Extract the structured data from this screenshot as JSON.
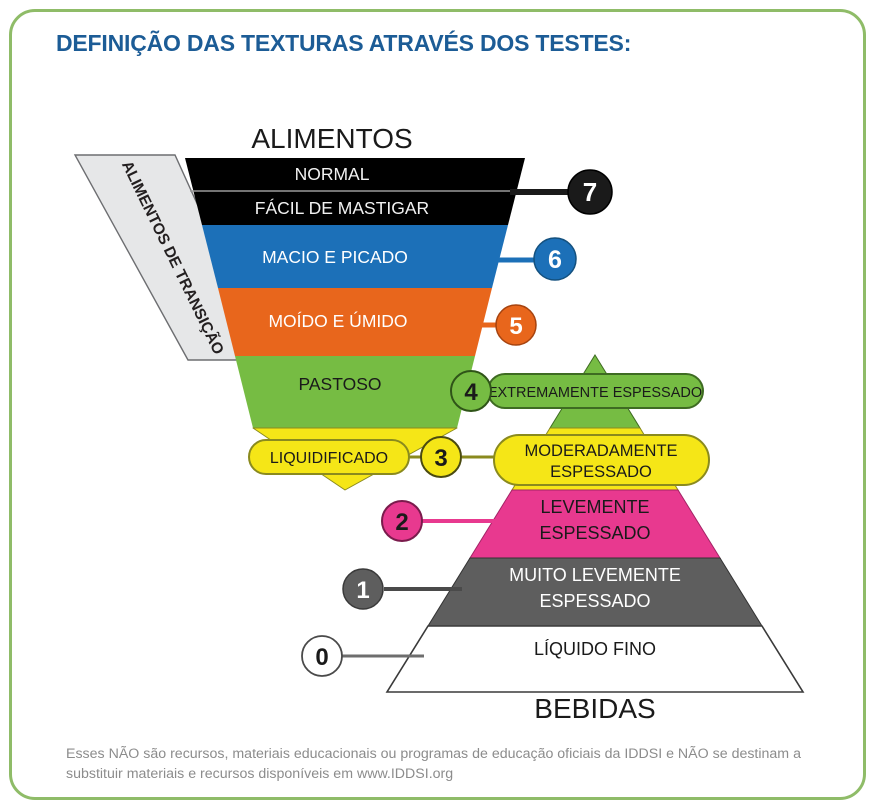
{
  "card": {
    "border_color": "#8FBC68",
    "background": "#FFFFFF"
  },
  "header": {
    "title": "DEFINIÇÃO DAS TEXTURAS ATRAVÉS DOS TESTES:",
    "title_color": "#1C5C96"
  },
  "diagram": {
    "top_label": "ALIMENTOS",
    "bottom_label": "BEBIDAS",
    "transition_banner": "ALIMENTOS DE TRANSIÇÃO",
    "transition_banner_fill": "#E6E7E8"
  },
  "footer": {
    "line1": "Esses NÃO são recursos, materiais educacionais ou programas de educação oficiais da IDDSI e NÃO se",
    "line2": "destinam a substituir materiais e recursos disponíveis em www.IDDSI.org",
    "color": "#8C8C8C"
  },
  "chart_data": {
    "type": "diagram",
    "title": "DEFINIÇÃO DAS TEXTURAS ATRAVÉS DOS TESTES:",
    "description": "IDDSI framework: inverted funnel of foods (top) and pyramid of drinks (bottom), levels 0-7",
    "food_axis_label": "ALIMENTOS",
    "drink_axis_label": "BEBIDAS",
    "levels": [
      {
        "number": "7",
        "food_label": "NORMAL",
        "drink_label": "",
        "color": "#000000",
        "marker_fill": "#1A1A1A",
        "marker_text_color": "#FFFFFF",
        "side": "food"
      },
      {
        "number": "7",
        "food_label": "FÁCIL DE MASTIGAR",
        "drink_label": "",
        "color": "#000000",
        "marker_fill": "#1A1A1A",
        "marker_text_color": "#FFFFFF",
        "side": "food"
      },
      {
        "number": "6",
        "food_label": "MACIO E PICADO",
        "drink_label": "",
        "color": "#1C70B8",
        "marker_fill": "#1C70B8",
        "marker_text_color": "#FFFFFF",
        "side": "food"
      },
      {
        "number": "5",
        "food_label": "MOÍDO E ÚMIDO",
        "drink_label": "",
        "color": "#E8661C",
        "marker_fill": "#E8661C",
        "marker_text_color": "#FFFFFF",
        "side": "food"
      },
      {
        "number": "4",
        "food_label": "PASTOSO",
        "drink_label": "EXTREMAMENTE ESPESSADO",
        "color": "#76BC43",
        "marker_fill": "#76BC43",
        "marker_text_color": "#1A1A1A",
        "side": "both"
      },
      {
        "number": "3",
        "food_label": "LIQUIDIFICADO",
        "drink_label": "MODERADAMENTE ESPESSADO",
        "color": "#F5E617",
        "marker_fill": "#F5E617",
        "marker_text_color": "#1A1A1A",
        "side": "both"
      },
      {
        "number": "2",
        "food_label": "",
        "drink_label": "LEVEMENTE ESPESSADO",
        "color": "#E8398F",
        "marker_fill": "#E8398F",
        "marker_text_color": "#1A1A1A",
        "side": "drink"
      },
      {
        "number": "1",
        "food_label": "",
        "drink_label": "MUITO LEVEMENTE ESPESSADO",
        "color": "#5E5E5E",
        "marker_fill": "#5E5E5E",
        "marker_text_color": "#FFFFFF",
        "side": "drink"
      },
      {
        "number": "0",
        "food_label": "",
        "drink_label": "LÍQUIDO FINO",
        "color": "#FFFFFF",
        "marker_fill": "#FFFFFF",
        "marker_text_color": "#1A1A1A",
        "side": "drink"
      }
    ],
    "drink_pyramid_labels": [
      "EXTREMAMENTE ESPESSADO",
      "MODERADAMENTE ESPESSADO",
      "LEVEMENTE ESPESSADO",
      "MUITO LEVEMENTE ESPESSADO",
      "LÍQUIDO FINO"
    ],
    "food_funnel_labels": [
      "NORMAL",
      "FÁCIL DE MASTIGAR",
      "MACIO E PICADO",
      "MOÍDO E ÚMIDO",
      "PASTOSO",
      "LIQUIDIFICADO"
    ],
    "pill_labels": {
      "level4_drink": "EXTREMAMENTE ESPESSADO",
      "level3_food": "LIQUIDIFICADO",
      "level3_drink_line1": "MODERADAMENTE",
      "level3_drink_line2": "ESPESSADO"
    },
    "drink_multiline": {
      "level2_line1": "LEVEMENTE",
      "level2_line2": "ESPESSADO",
      "level1_line1": "MUITO LEVEMENTE",
      "level1_line2": "ESPESSADO"
    }
  }
}
